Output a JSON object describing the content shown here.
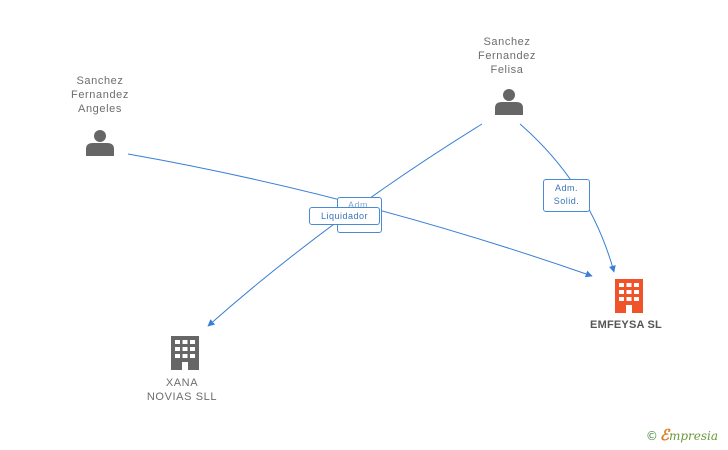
{
  "nodes": {
    "angeles": {
      "label": "Sanchez\nFernandez\nAngeles",
      "icon": "person-icon"
    },
    "felisa": {
      "label": "Sanchez\nFernandez\nFelisa",
      "icon": "person-icon"
    },
    "emfeysa": {
      "label": "EMFEYSA SL",
      "icon": "building-icon"
    },
    "xana": {
      "label": "XANA\nNOVIAS SLL",
      "icon": "building-icon"
    }
  },
  "relations": {
    "adm_solid": "Adm.\nSolid.",
    "adm_hidden": "Adm.",
    "liquidador": "Liquidador"
  },
  "colors": {
    "edge": "#3a7fd5",
    "person": "#666666",
    "company": "#666666",
    "main_company": "#f0522a"
  },
  "brand": {
    "copyright": "©",
    "initial": "ℰ",
    "name": "mpresia"
  }
}
